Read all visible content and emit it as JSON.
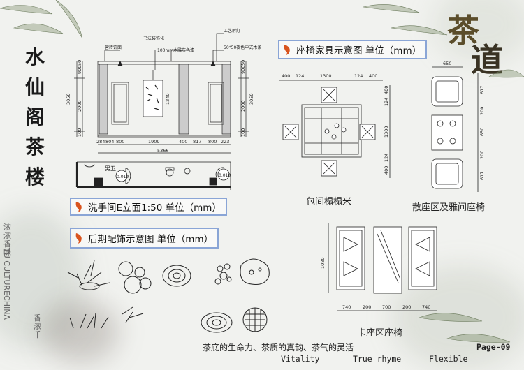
{
  "title_chars": [
    "水",
    "仙",
    "阁",
    "茶",
    "楼"
  ],
  "logo": {
    "chars": [
      "茶",
      "道"
    ]
  },
  "side_texts": {
    "left1": "浓浓香味",
    "left2": "TU CULTURECHINA",
    "left3": "香浓千"
  },
  "sections": {
    "furniture": "座椅家具示意图 单位（mm）",
    "elevation": "洗手间E立面1:50 单位（mm）",
    "decor": "后期配饰示意图 单位（mm）"
  },
  "elevation": {
    "notes": [
      "营砖饰面",
      "书法装饰化",
      "100mm木雕灰色漆",
      "工艺射灯",
      "50*50褐色中式木条"
    ],
    "left_dims": [
      "3050",
      "900",
      "50",
      "2000",
      "100"
    ],
    "right_dims": [
      "3050",
      "900",
      "50",
      "2000",
      "100"
    ],
    "bottom_dims": [
      "284",
      "804",
      "800",
      "1909",
      "400",
      "817",
      "800",
      "223"
    ],
    "total": "5366",
    "inner_dim": "1240"
  },
  "plan": {
    "label": "男卫",
    "tags": [
      "0.010",
      "0.010"
    ]
  },
  "tatami": {
    "top_dims": [
      "400",
      "124",
      "1300",
      "124",
      "400"
    ],
    "left_dims": [
      "400",
      "124",
      "1300",
      "124",
      "400"
    ],
    "caption": "包间榻榻米"
  },
  "sanzuo": {
    "top_dim": "650",
    "side_dims": [
      "617",
      "200",
      "650",
      "200",
      "617"
    ],
    "caption": "散座区及雅间座椅"
  },
  "kazuo": {
    "bottom_dims": [
      "740",
      "200",
      "700",
      "200",
      "740"
    ],
    "side_dim": "1080",
    "caption": "卡座区座椅"
  },
  "footer": {
    "slogan": "茶底的生命力、茶质的真韵、茶气的灵活",
    "words": [
      "Vitality",
      "True rhyme",
      "Flexible"
    ],
    "page": "Page-09"
  },
  "colors": {
    "badge_border": "#8aa5d6",
    "fish": "#d9541e",
    "ink": "#222222"
  }
}
